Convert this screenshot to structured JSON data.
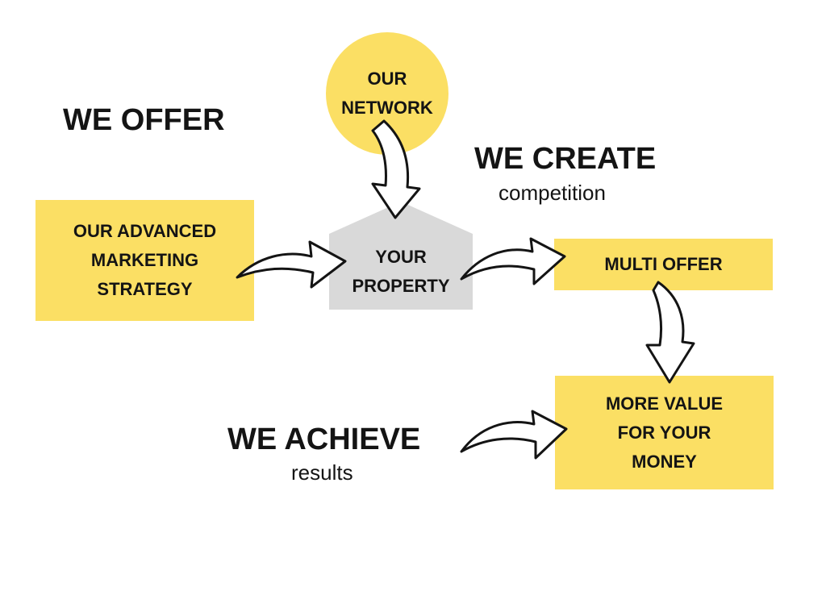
{
  "headings": {
    "we_offer": "WE OFFER",
    "we_create": "WE CREATE",
    "we_create_sub": "competition",
    "we_achieve": "WE ACHIEVE",
    "we_achieve_sub": "results"
  },
  "nodes": {
    "network": "OUR\nNETWORK",
    "strategy": "OUR ADVANCED\nMARKETING\nSTRATEGY",
    "property": "YOUR\nPROPERTY",
    "multi_offer": "MULTI OFFER",
    "more_value": "MORE VALUE\nFOR YOUR\nMONEY"
  },
  "colors": {
    "accent": "#fbdf64",
    "house": "#d9d9d9",
    "text": "#141414",
    "arrow_fill": "#ffffff",
    "arrow_stroke": "#141414"
  },
  "flow": [
    {
      "from": "network",
      "to": "property"
    },
    {
      "from": "strategy",
      "to": "property"
    },
    {
      "from": "property",
      "to": "multi_offer"
    },
    {
      "from": "multi_offer",
      "to": "more_value"
    },
    {
      "from": "we_achieve",
      "to": "more_value"
    }
  ]
}
